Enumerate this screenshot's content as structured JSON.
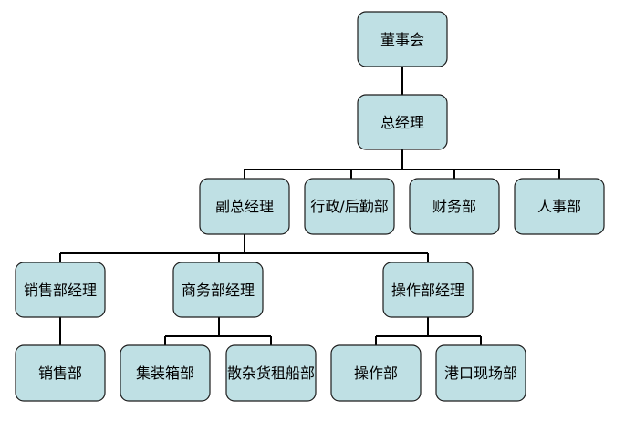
{
  "org_chart": {
    "nodes": {
      "board": "董事会",
      "general_manager": "总经理",
      "deputy_general_manager": "副总经理",
      "admin_logistics": "行政/后勤部",
      "finance": "财务部",
      "hr": "人事部",
      "sales_manager": "销售部经理",
      "business_manager": "商务部经理",
      "operations_manager": "操作部经理",
      "sales_dept": "销售部",
      "container_dept": "集装箱部",
      "bulk_charter_dept": "散杂货租船部",
      "operations_dept": "操作部",
      "port_site_dept": "港口现场部"
    },
    "colors": {
      "node_fill": "#bfe0e4",
      "node_border": "#1c1c1c",
      "connector": "#000000",
      "background": "#ffffff"
    }
  }
}
